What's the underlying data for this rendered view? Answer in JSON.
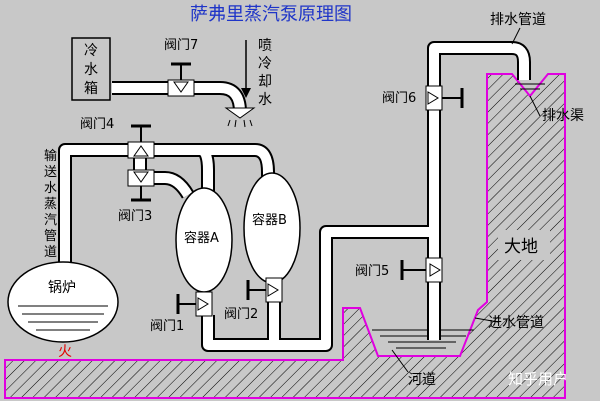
{
  "title": "萨弗里蒸汽泵原理图",
  "labels": {
    "cold_tank": [
      "冷",
      "水",
      "箱"
    ],
    "valve7": "阀门7",
    "spray": [
      "喷",
      "冷",
      "却",
      "水"
    ],
    "valve4": "阀门4",
    "steam_pipe": [
      "输",
      "送",
      "水",
      "蒸",
      "汽",
      "管",
      "道"
    ],
    "valve3": "阀门3",
    "container_a": "容器A",
    "container_b": "容器B",
    "boiler": "锅炉",
    "fire": "火",
    "valve1": "阀门1",
    "valve2": "阀门2",
    "valve5": "阀门5",
    "valve6": "阀门6",
    "drain_pipe": "排水管道",
    "drain_channel": "排水渠",
    "ground": "大地",
    "inlet_pipe": "进水管道",
    "river": "河道",
    "watermark": "知乎用户"
  },
  "colors": {
    "background": "#c8c8c8",
    "title": "#1f35c8",
    "ground_outline": "#e000e0",
    "fire": "#e00000",
    "pipe": "#ffffff",
    "outline": "#000000"
  }
}
